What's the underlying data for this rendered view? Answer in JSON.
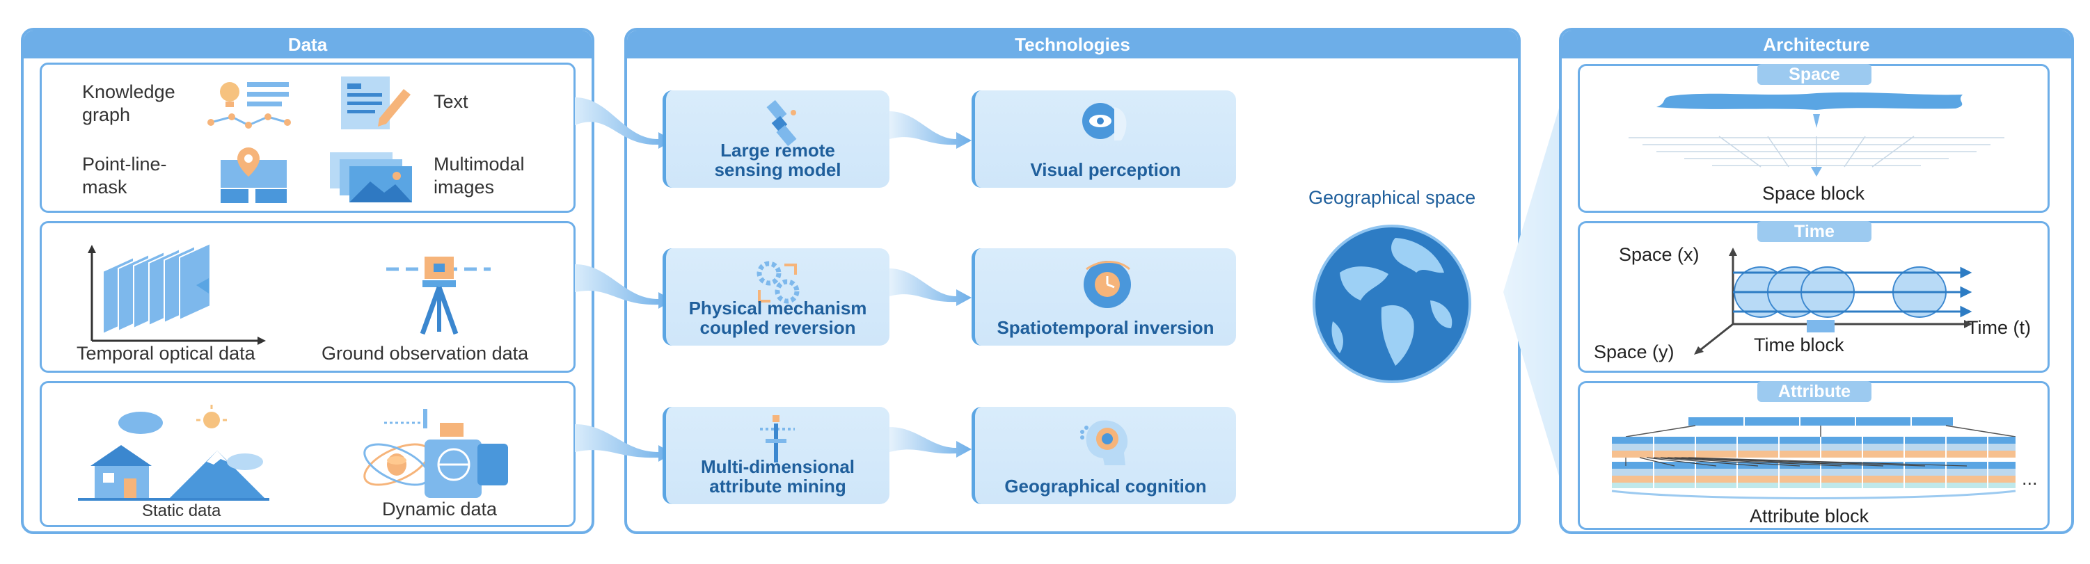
{
  "panels": {
    "data": "Data",
    "technologies": "Technologies",
    "architecture": "Architecture"
  },
  "data_items": {
    "knowledge_graph": "Knowledge\ngraph",
    "text": "Text",
    "point_line_mask": "Point-line-\nmask",
    "multimodal_images": "Multimodal\nimages",
    "temporal_optical": "Temporal optical data",
    "ground_observation": "Ground observation data",
    "static_data": "Static data",
    "dynamic_data": "Dynamic data"
  },
  "technologies": {
    "left": [
      "Large remote\nsensing model",
      "Physical mechanism\ncoupled reversion",
      "Multi-dimensional\nattribute mining"
    ],
    "right": [
      "Visual perception",
      "Spatiotemporal inversion",
      "Geographical cognition"
    ],
    "geo_space": "Geographical space"
  },
  "architecture": {
    "space_title": "Space",
    "space_block": "Space block",
    "time_title": "Time",
    "space_x": "Space (x)",
    "space_y": "Space (y)",
    "time_t": "Time (t)",
    "time_block": "Time block",
    "attribute_title": "Attribute",
    "attribute_block": "Attribute block",
    "ellipsis": "..."
  },
  "colors": {
    "accent": "#6daee8",
    "dark_blue": "#1f5f9c",
    "light_blue": "#d9ecfb",
    "orange": "#f6b47a"
  }
}
